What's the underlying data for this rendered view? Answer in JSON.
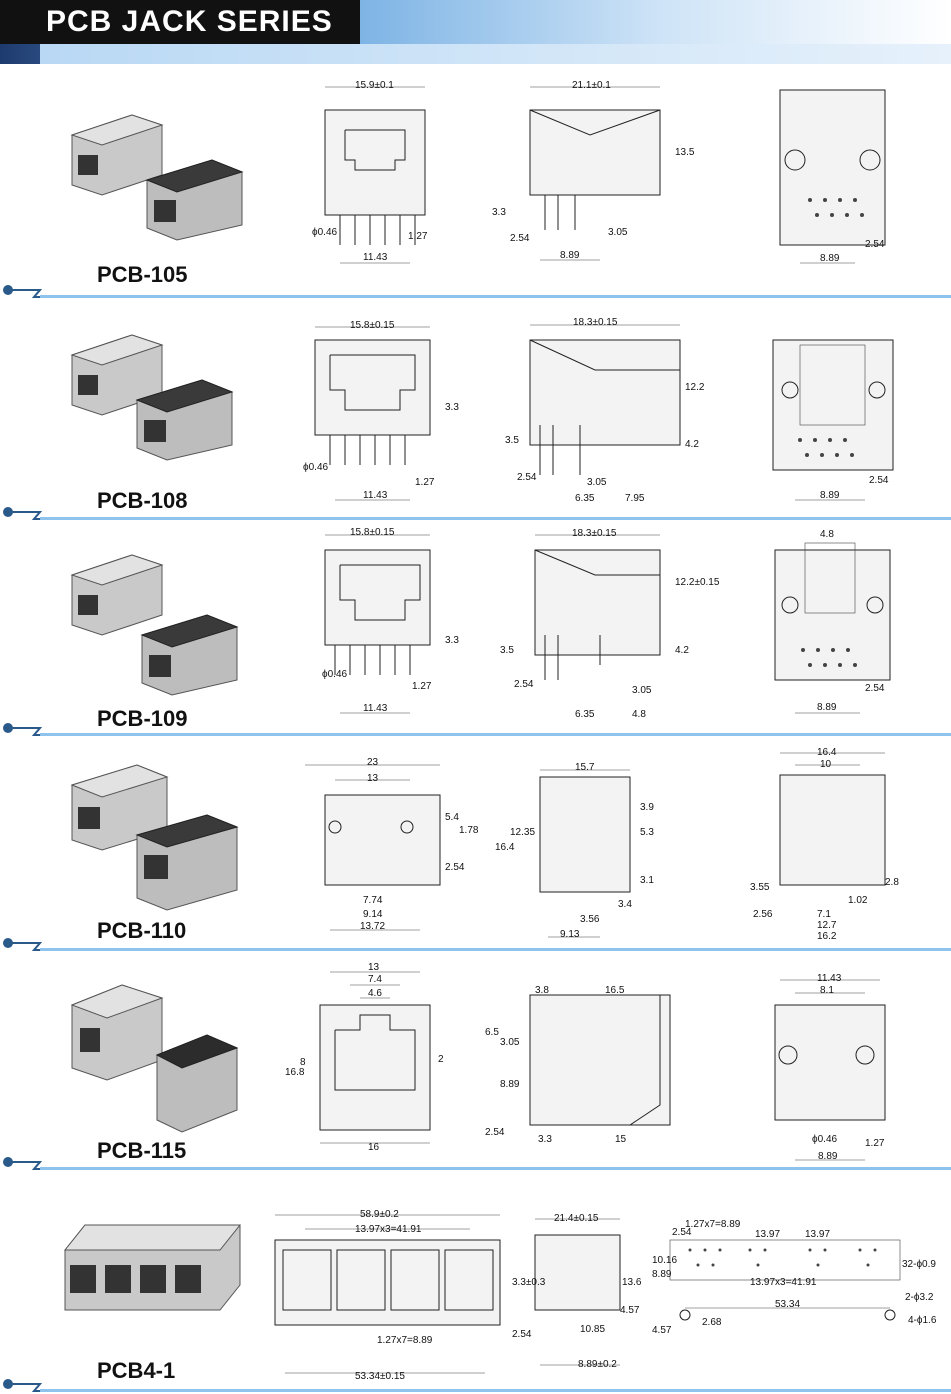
{
  "header": {
    "title": "PCB JACK SERIES"
  },
  "products": [
    {
      "name": "PCB-105",
      "front": {
        "width": "15.9±0.1",
        "pin_dia": "ϕ0.46",
        "pitch": "1.27",
        "span": "11.43"
      },
      "side": {
        "length": "21.1±0.1",
        "height": "13.5",
        "pin_height": "3.3",
        "d1": "2.54",
        "d2": "3.05",
        "d3": "8.89"
      },
      "bottom": {
        "d1": "2.54",
        "d2": "8.89"
      }
    },
    {
      "name": "PCB-108",
      "front": {
        "width": "15.8±0.15",
        "height": "3.3",
        "pin_dia": "ϕ0.46",
        "pitch": "1.27",
        "span": "11.43"
      },
      "side": {
        "length": "18.3±0.15",
        "height": "12.2",
        "pin_height": "3.5",
        "h2": "4.2",
        "d1": "2.54",
        "d2": "3.05",
        "d3": "6.35",
        "d4": "7.95"
      },
      "bottom": {
        "d1": "2.54",
        "d2": "8.89"
      }
    },
    {
      "name": "PCB-109",
      "front": {
        "width": "15.8±0.15",
        "height": "3.3",
        "pin_dia": "ϕ0.46",
        "pitch": "1.27",
        "span": "11.43"
      },
      "side": {
        "length": "18.3±0.15",
        "height": "12.2±0.15",
        "pin_height": "3.5",
        "h2": "4.2",
        "d1": "2.54",
        "d2": "3.05",
        "d3": "6.35",
        "d4": "4.8"
      },
      "bottom": {
        "top": "4.8",
        "d1": "2.54",
        "d2": "8.89"
      }
    },
    {
      "name": "PCB-110",
      "front": {
        "width": "23",
        "inner": "13",
        "h1": "5.4",
        "h2": "1.78",
        "h3": "2.54",
        "d1": "7.74",
        "d2": "9.14",
        "d3": "13.72"
      },
      "side": {
        "length": "15.7",
        "height": "16.4",
        "h2": "12.35",
        "h3": "3.9",
        "h4": "5.3",
        "h5": "3.1",
        "d1": "3.4",
        "d2": "3.56",
        "d3": "9.13"
      },
      "bottom": {
        "w1": "16.4",
        "w2": "10",
        "h1": "3.55",
        "h2": "2.8",
        "d1": "2.56",
        "d2": "1.02",
        "d3": "7.1",
        "d4": "12.7",
        "d5": "16.2"
      }
    },
    {
      "name": "PCB-115",
      "front": {
        "w1": "13",
        "w2": "7.4",
        "w3": "4.6",
        "h1": "16.8",
        "h2": "8",
        "h3": "2",
        "base": "16"
      },
      "side": {
        "d1": "3.8",
        "d2": "16.5",
        "h1": "6.5",
        "h2": "3.05",
        "h3": "8.89",
        "h4": "2.54",
        "d3": "3.3",
        "d4": "15"
      },
      "bottom": {
        "w1": "11.43",
        "w2": "8.1",
        "pin_dia": "ϕ0.46",
        "d1": "1.27",
        "d2": "8.89"
      }
    },
    {
      "name": "PCB4-1",
      "front": {
        "width": "58.9±0.2",
        "span": "13.97x3=41.91",
        "pitch": "1.27x7=8.89",
        "total": "53.34±0.15"
      },
      "side": {
        "length": "21.4±0.15",
        "h1": "3.3±0.3",
        "h2": "13.6",
        "h3": "4.57",
        "d1": "2.54",
        "d2": "10.85",
        "d3": "8.89±0.2"
      },
      "bottom": {
        "h1": "2.54",
        "p1": "1.27x7=8.89",
        "p2": "13.97",
        "p3": "13.97",
        "h2": "10.16",
        "h3": "8.89",
        "span": "13.97x3=41.91",
        "holes": "32-ϕ0.9",
        "total": "53.34",
        "h4": "2-ϕ3.2",
        "h5": "4.57",
        "d1": "2.68",
        "h6": "4-ϕ1.6"
      }
    }
  ]
}
